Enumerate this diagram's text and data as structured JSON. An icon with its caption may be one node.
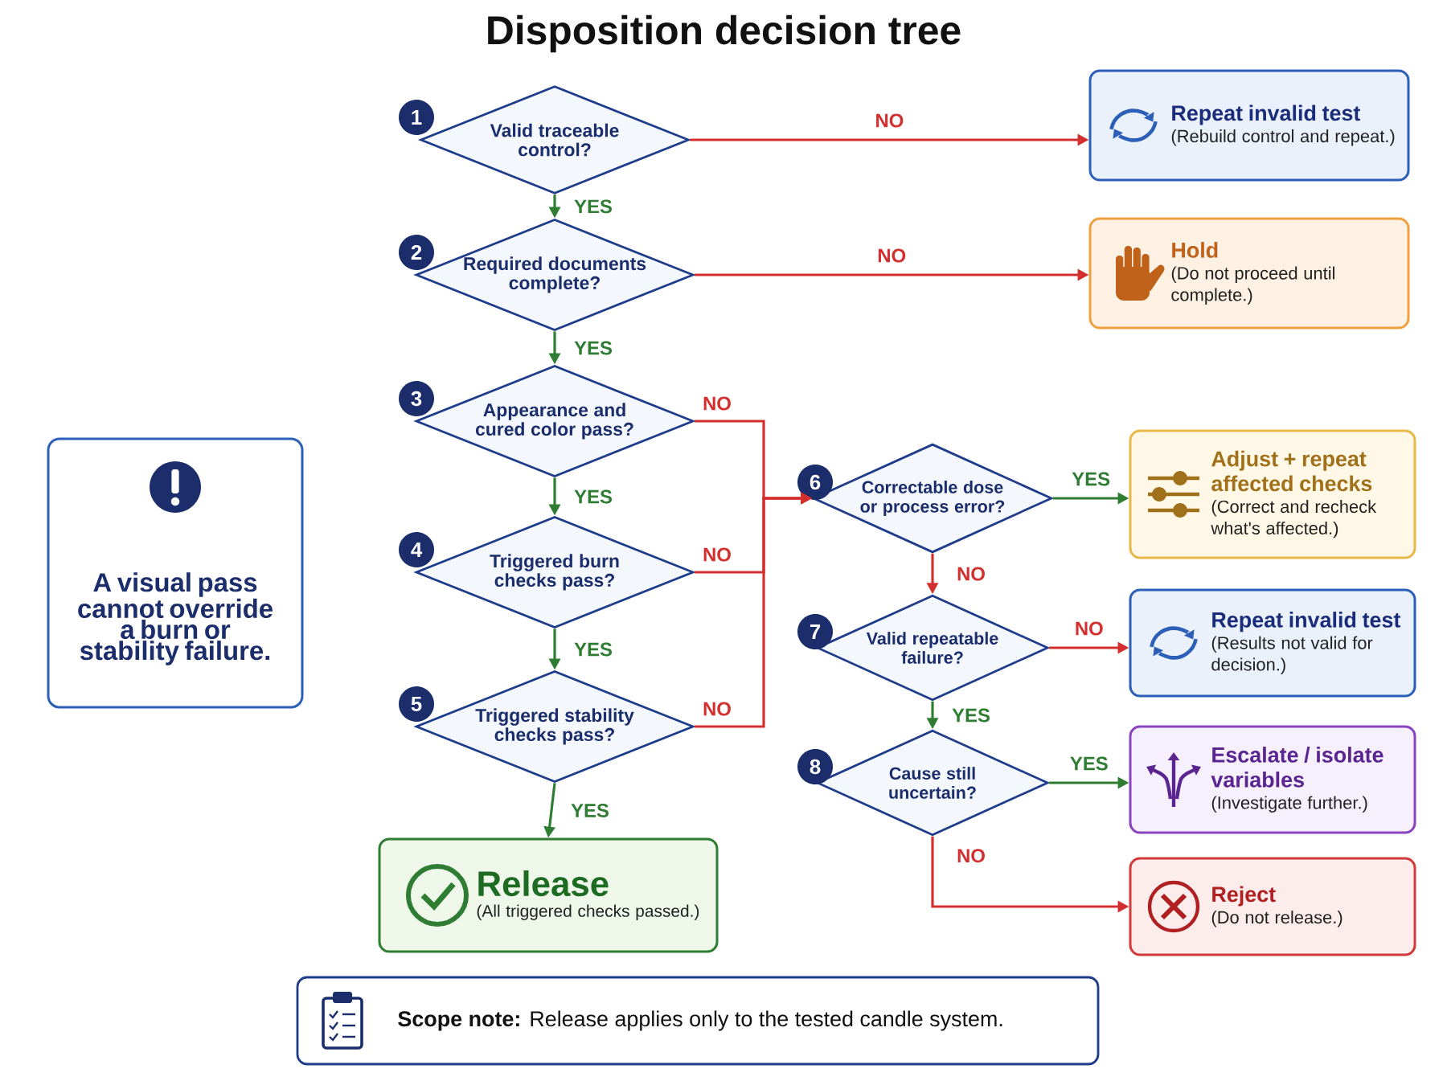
{
  "diagram": {
    "title": "Disposition decision tree",
    "nodes": [
      {
        "text": [
          "Valid traceable control?"
        ],
        "beside": [
          "1"
        ]
      },
      {
        "text": [
          "Required documents complete?"
        ],
        "beside": [
          "2"
        ]
      },
      {
        "text": [
          "Appearance and cured color pass?"
        ],
        "beside": [
          "3"
        ]
      },
      {
        "text": [
          "Triggered burn checks pass?"
        ],
        "beside": [
          "4"
        ]
      },
      {
        "text": [
          "Triggered stability checks pass?"
        ],
        "beside": [
          "5"
        ]
      },
      {
        "text": [
          "Release",
          "(All triggered checks passed.)"
        ]
      },
      {
        "text": [
          "Correctable dose or process error?"
        ],
        "beside": [
          "6"
        ]
      },
      {
        "text": [
          "Valid repeatable failure?"
        ],
        "beside": [
          "7"
        ]
      },
      {
        "text": [
          "Cause still uncertain?"
        ],
        "beside": [
          "8"
        ]
      },
      {
        "text": [
          "Repeat invalid test",
          "(Rebuild control and repeat.)"
        ]
      },
      {
        "text": [
          "Hold",
          "(Do not proceed until complete.)"
        ]
      },
      {
        "text": [
          "Adjust + repeat affected checks",
          "(Correct and recheck what's affected.)"
        ]
      },
      {
        "text": [
          "Repeat invalid test",
          "(Results not valid for decision.)"
        ]
      },
      {
        "text": [
          "Escalate / isolate variables",
          "(Investigate further.)"
        ]
      },
      {
        "text": [
          "Reject",
          "(Do not release.)"
        ]
      },
      {
        "text": [
          "A visual pass cannot override a burn or stability failure."
        ]
      },
      {
        "text": [
          "**Scope note:** Release applies only to the tested candle system."
        ]
      }
    ],
    "edges": [
      {
        "from": 0,
        "to": 9,
        "arrow": "to",
        "label": "NO",
        "color": "#d32f2f"
      },
      {
        "from": 0,
        "to": 1,
        "arrow": "to",
        "label": "YES",
        "color": "#2e7d32"
      },
      {
        "from": 1,
        "to": 10,
        "arrow": "to",
        "label": "NO",
        "color": "#d32f2f"
      },
      {
        "from": 1,
        "to": 2,
        "arrow": "to",
        "label": "YES",
        "color": "#2e7d32"
      },
      {
        "from": 2,
        "to": 6,
        "arrow": "to",
        "label": "NO",
        "color": "#d32f2f"
      },
      {
        "from": 2,
        "to": 3,
        "arrow": "to",
        "label": "YES",
        "color": "#2e7d32"
      },
      {
        "from": 3,
        "to": 6,
        "arrow": "to",
        "label": "NO",
        "color": "#d32f2f"
      },
      {
        "from": 3,
        "to": 4,
        "arrow": "to",
        "label": "YES",
        "color": "#2e7d32"
      },
      {
        "from": 4,
        "to": 6,
        "arrow": "to",
        "label": "NO",
        "color": "#d32f2f"
      },
      {
        "from": 4,
        "to": 5,
        "arrow": "to",
        "label": "YES",
        "color": "#2e7d32"
      },
      {
        "from": 6,
        "to": 11,
        "arrow": "to",
        "label": "YES",
        "color": "#2e7d32"
      },
      {
        "from": 6,
        "to": 7,
        "arrow": "to",
        "label": "NO",
        "color": "#d32f2f"
      },
      {
        "from": 7,
        "to": 12,
        "arrow": "to",
        "label": "NO",
        "color": "#d32f2f"
      },
      {
        "from": 7,
        "to": 8,
        "arrow": "to",
        "label": "YES",
        "color": "#2e7d32"
      },
      {
        "from": 8,
        "to": 13,
        "arrow": "to",
        "label": "YES",
        "color": "#2e7d32"
      },
      {
        "from": 8,
        "to": 14,
        "arrow": "to",
        "label": "NO",
        "color": "#d32f2f"
      }
    ]
  }
}
